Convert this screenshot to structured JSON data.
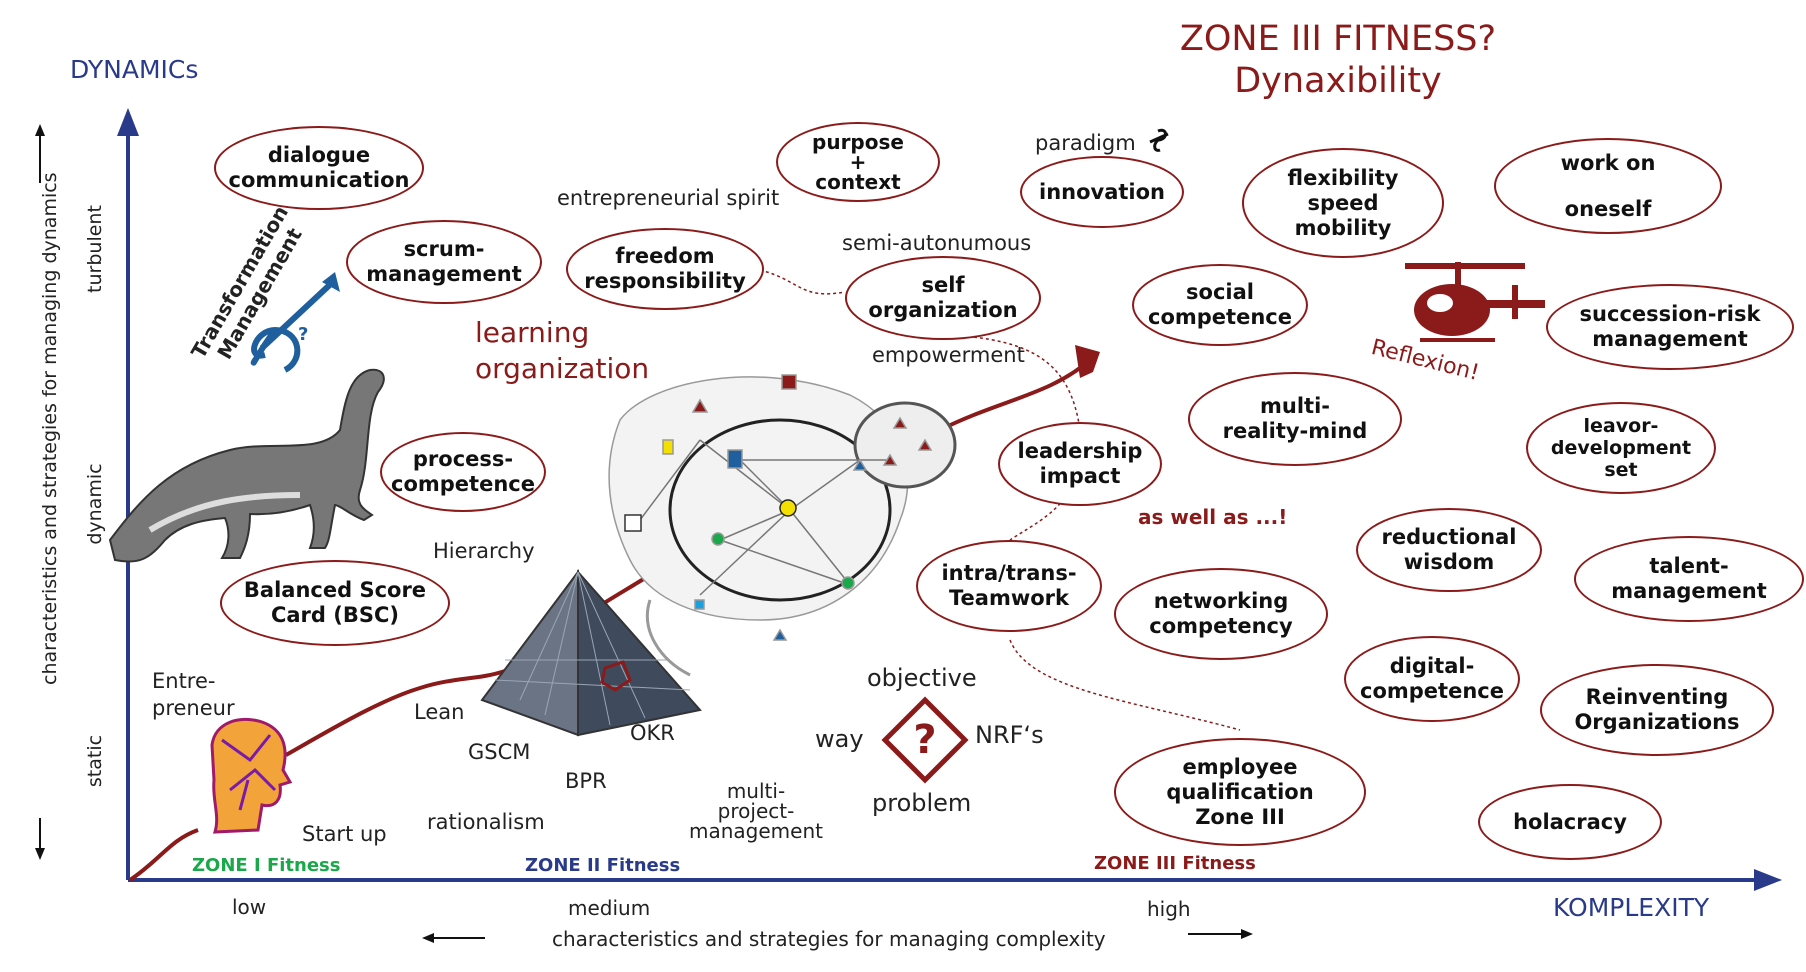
{
  "title": {
    "line1": "ZONE III FITNESS?",
    "line2": "Dynaxibility"
  },
  "axes": {
    "y_title": "DYNAMICs",
    "x_title": "KOMPLEXITY",
    "y_levels": [
      "turbulent",
      "dynamic",
      "static"
    ],
    "x_levels": [
      "low",
      "medium",
      "high"
    ],
    "y_caption": "characteristics and strategies for managing dynamics",
    "x_caption": "characteristics and strategies for managing complexity"
  },
  "zones": [
    "ZONE I Fitness",
    "ZONE II Fitness",
    "ZONE III Fitness"
  ],
  "bubbles": {
    "dialogue": "dialogue\ncommunication",
    "scrum": "scrum-\nmanagement",
    "process": "process-\ncompetence",
    "bsc": "Balanced Score\nCard (BSC)",
    "purpose": "purpose\n+\ncontext",
    "freedom": "freedom\nresponsibility",
    "innovation": "innovation",
    "self_org": "self\norganization",
    "flexibility": "flexibility\nspeed\nmobility",
    "work_on": "work on\n\noneself",
    "social": "social\ncompetence",
    "succession": "succession-risk\nmanagement",
    "multi_reality": "multi-\nreality-mind",
    "leadership": "leadership\nimpact",
    "leavor": "leavor-\ndevelopment\nset",
    "reductional": "reductional\nwisdom",
    "talent": "talent-\nmanagement",
    "intra": "intra/trans-\nTeamwork",
    "networking": "networking\ncompetency",
    "digital": "digital-\ncompetence",
    "reinventing": "Reinventing\nOrganizations",
    "employee": "employee\nqualification\nZone III",
    "holacracy": "holacracy"
  },
  "labels": {
    "transformation": "Transformation\nManagement",
    "learning": "learning\norganization",
    "entrepreneurial": "entrepreneurial spirit",
    "semi": "semi-autonumous",
    "paradigm": "paradigm",
    "empowerment": "empowerment",
    "reflexion": "Reflexion!",
    "as_well": "as well as ...!",
    "hierarchy": "Hierarchy",
    "entrepreneur": "Entre-\npreneur",
    "lean": "Lean",
    "gscm": "GSCM",
    "okr": "OKR",
    "bpr": "BPR",
    "rationalism": "rationalism",
    "multi_project": "multi-\nproject-\nmanagement",
    "start_up": "Start up",
    "objective": "objective",
    "way": "way",
    "nrf": "NRF‘s",
    "problem": "problem",
    "question": "?"
  },
  "colors": {
    "navy": "#2a3a8a",
    "darkred": "#8b1a1a",
    "green": "#1aa84a"
  }
}
